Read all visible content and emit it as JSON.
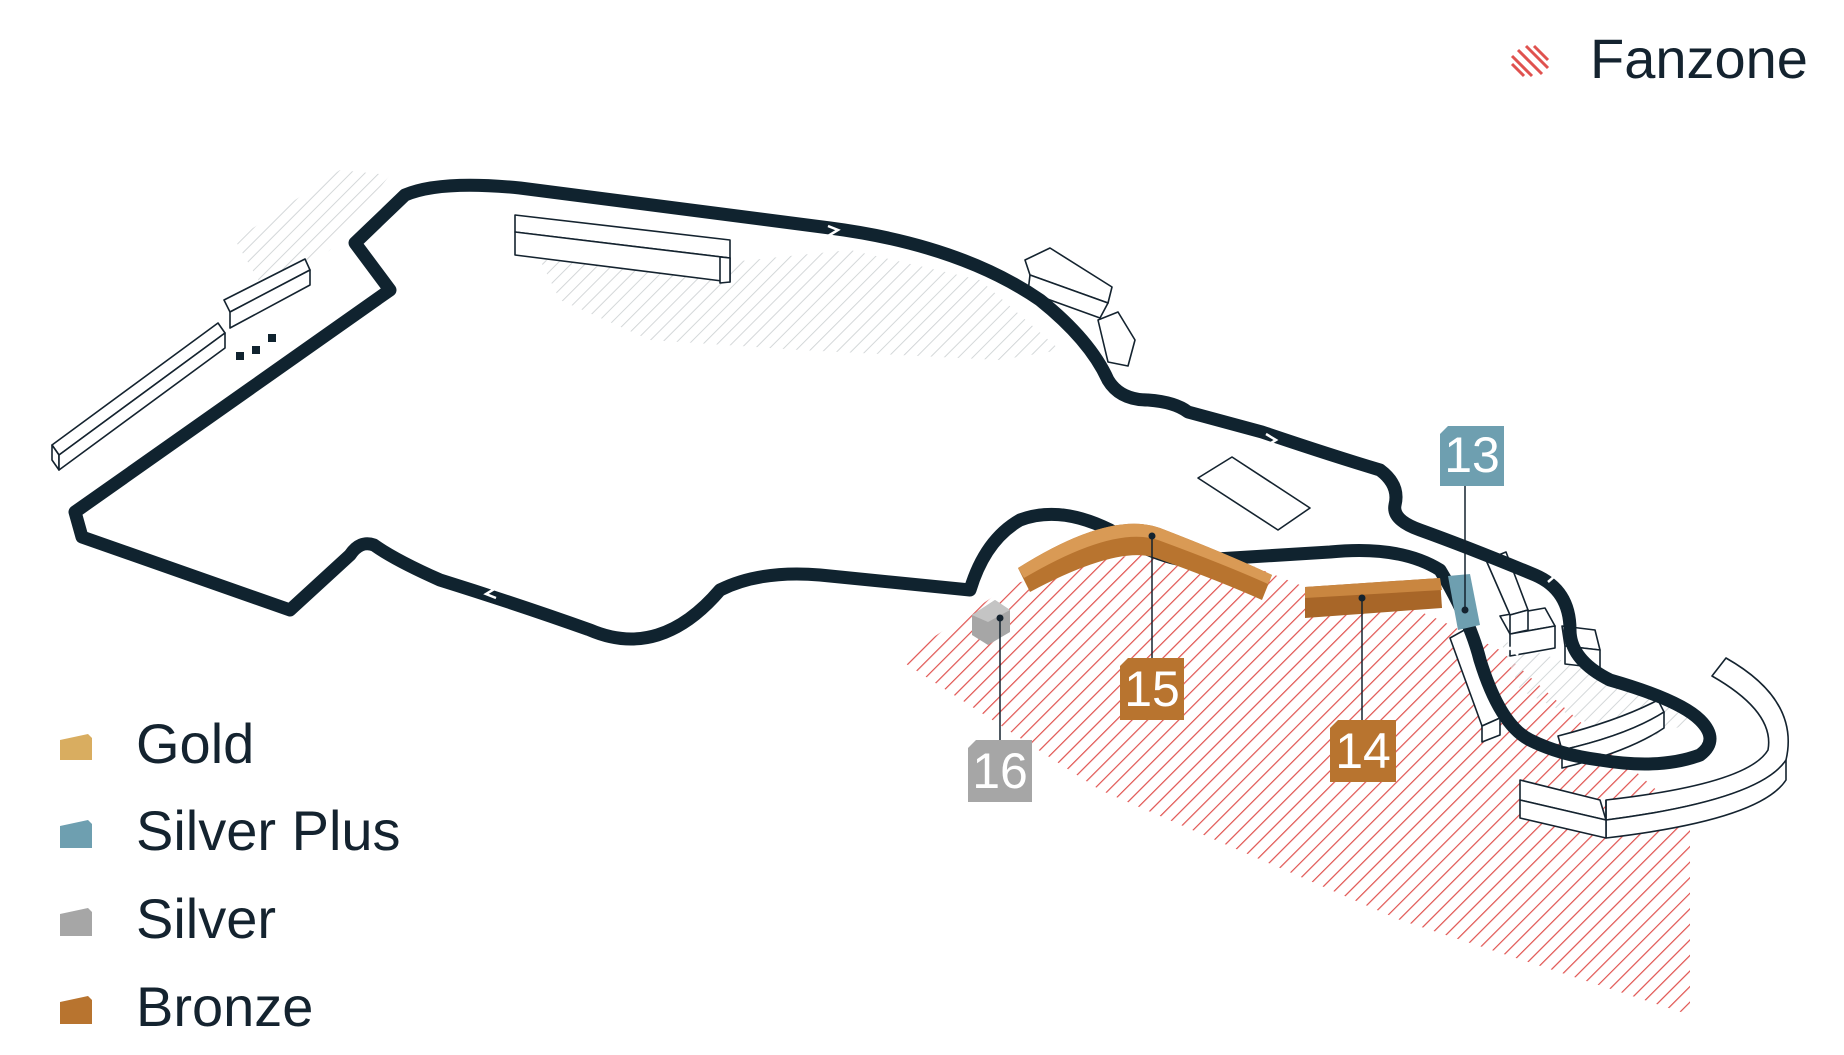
{
  "legend": {
    "fanzone": {
      "label": "Fanzone",
      "color": "#e0524f"
    },
    "tiers": [
      {
        "label": "Gold",
        "color": "#d9ad60"
      },
      {
        "label": "Silver Plus",
        "color": "#6e9fb0"
      },
      {
        "label": "Silver",
        "color": "#a6a6a6"
      },
      {
        "label": "Bronze",
        "color": "#b8742f"
      }
    ]
  },
  "grandstands": [
    {
      "number": "13",
      "tier": "Silver Plus",
      "color": "#6e9fb0"
    },
    {
      "number": "14",
      "tier": "Bronze",
      "color": "#b8742f"
    },
    {
      "number": "15",
      "tier": "Bronze",
      "color": "#b8742f"
    },
    {
      "number": "16",
      "tier": "Silver",
      "color": "#a6a6a6"
    }
  ],
  "colors": {
    "track": "#10232f",
    "text": "#14232f",
    "grey_hatch": "#cfd3d5"
  }
}
